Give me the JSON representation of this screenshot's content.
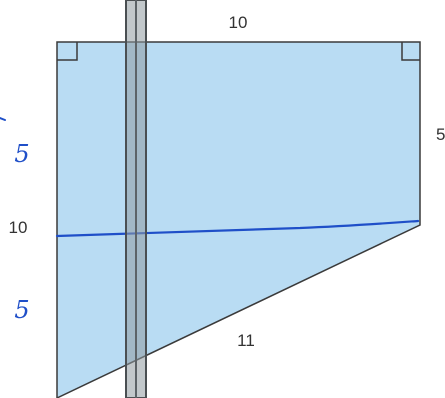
{
  "figure": {
    "labels": {
      "top_side": "10",
      "right_side": "5",
      "left_side": "10",
      "slant_side": "11"
    },
    "handwritten": {
      "upper_left": "5",
      "lower_left": "5"
    },
    "colors": {
      "shape_fill": "#b9dcf3",
      "shape_stroke": "#3a3a3a",
      "pen_blue": "#1f4fc8",
      "rod_fill": "#8f9aa0",
      "rod_stroke": "#4a4f52"
    }
  }
}
